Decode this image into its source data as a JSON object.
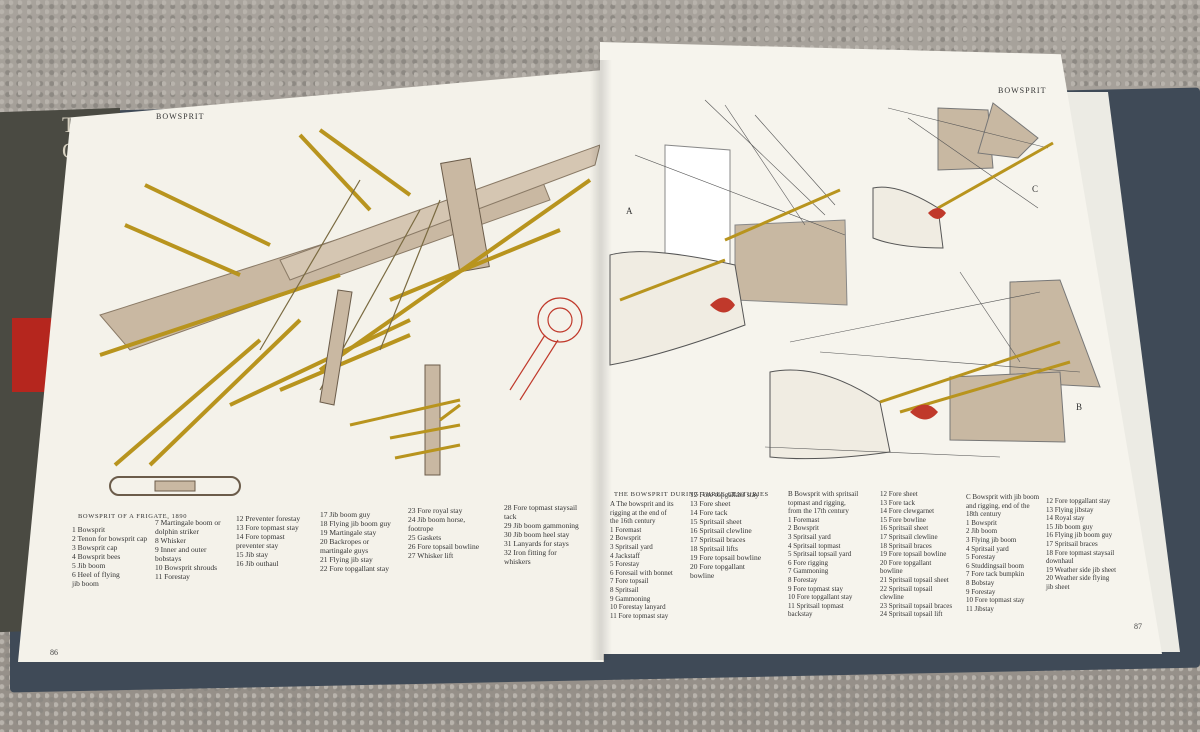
{
  "left_page": {
    "header": "BOWSPRIT",
    "caption": "BOWSPRIT OF A FRIGATE, 1890",
    "page_number": "86",
    "legend_columns": [
      "1  Bowsprit\n2  Tenon for bowsprit cap\n3  Bowsprit cap\n4  Bowsprit bees\n5  Jib boom\n6  Heel of flying\n    jib boom",
      "7  Martingale boom or\n    dolphin striker\n8  Whisker\n9  Inner and outer\n    bobstays\n10 Bowsprit shrouds\n11 Forestay",
      "12 Preventer forestay\n13 Fore topmast stay\n14 Fore topmast\n    preventer stay\n15 Jib stay\n16 Jib outhaul",
      "17 Jib boom guy\n18 Flying jib boom guy\n19 Martingale stay\n20 Backropes or\n    martingale guys\n21 Flying jib stay\n22 Fore topgallant stay",
      "23 Fore royal stay\n24 Jib boom horse,\n    footrope\n25 Gaskets\n26 Fore topsail bowline\n27 Whisker lift",
      "28 Fore topmast staysail\n    tack\n29 Jib boom gammoning\n30 Jib boom heel stay\n31 Lanyards for stays\n32 Iron fitting for\n    whiskers"
    ]
  },
  "right_page": {
    "header": "BOWSPRIT",
    "caption": "THE BOWSPRIT DURING THREE CENTURIES",
    "page_number": "87",
    "section_labels": [
      "A",
      "B",
      "C"
    ],
    "legend_columns": [
      "A  The bowsprit and its\n    rigging at the end of\n    the 16th century\n1  Foremast\n2  Bowsprit\n3  Spritsail yard\n4  Jackstaff\n5  Forestay\n6  Foresail with bonnet\n7  Fore topsail\n8  Spritsail\n9  Gammoning\n10 Forestay lanyard\n11 Fore topmast stay",
      "12 Fore topgallant stay\n13 Fore sheet\n14 Fore tack\n15 Spritsail sheet\n16 Spritsail clewline\n17 Spritsail braces\n18 Spritsail lifts\n19 Fore topsail bowline\n20 Fore topgallant\n    bowline",
      "B  Bowsprit with spritsail\n    topmast and rigging,\n    from the 17th century\n1  Foremast\n2  Bowsprit\n3  Spritsail yard\n4  Spritsail topmast\n5  Spritsail topsail yard\n6  Fore rigging\n7  Gammoning\n8  Forestay\n9  Fore topmast stay\n10 Fore topgallant stay\n11 Spritsail topmast\n    backstay",
      "12 Fore sheet\n13 Fore tack\n14 Fore clewgarnet\n15 Fore bowline\n16 Spritsail sheet\n17 Spritsail clewline\n18 Spritsail braces\n19 Fore topsail bowline\n20 Fore topgallant\n    bowline\n21 Spritsail topsail sheet\n22 Spritsail topsail\n    clewline\n23 Spritsail topsail braces\n24 Spritsail topsail lift",
      "C  Bowsprit with jib boom\n    and rigging, end of the\n    18th century\n1  Bowsprit\n2  Jib boom\n3  Flying jib boom\n4  Spritsail yard\n5  Forestay\n6  Studdingsail boom\n7  Fore tack bumpkin\n8  Bobstay\n9  Forestay\n10 Fore topmast stay\n11 Jibstay",
      "12 Fore topgallant stay\n13 Flying jibstay\n14 Royal stay\n15 Jib boom guy\n16 Flying jib boom guy\n17 Spritsail braces\n18 Fore topmast staysail\n    downhaul\n19 Weather side jib sheet\n20 Weather side flying\n    jib sheet"
    ]
  },
  "colors": {
    "page": "#f4f2ea",
    "spar": "#c9b8a2",
    "rope_gold": "#b8941e",
    "sail": "#c8b8a2",
    "accent_red": "#c0392b",
    "book_cover": "#3f4a57"
  }
}
